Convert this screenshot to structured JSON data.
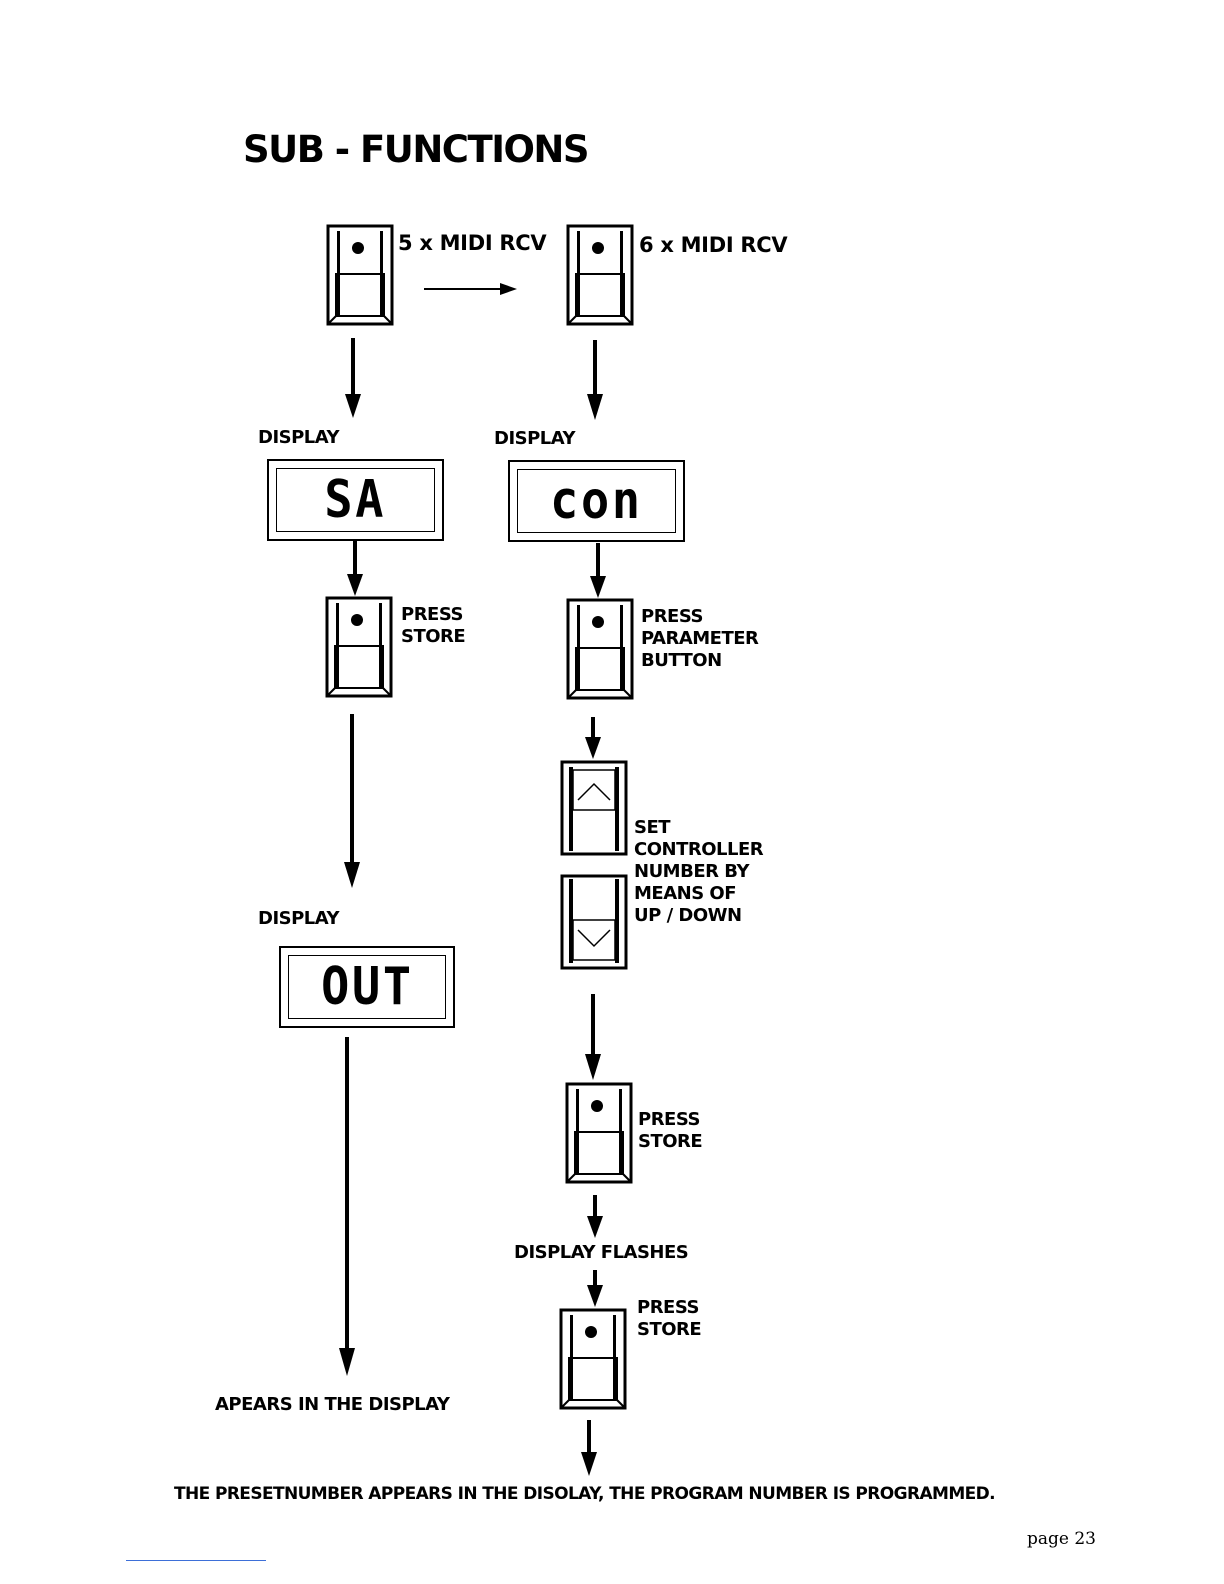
{
  "title": "SUB - FUNCTIONS",
  "left_column": {
    "button_label": "5 x MIDI RCV",
    "display_label_1": "DISPLAY",
    "display_value_1": "SA",
    "press_label": [
      "PRESS",
      "STORE"
    ],
    "display_label_2": "DISPLAY",
    "display_value_2": "OUT",
    "result_label": "APEARS IN THE DISPLAY"
  },
  "right_column": {
    "button_label": "6 x MIDI RCV",
    "display_label": "DISPLAY",
    "display_value": "con",
    "press_param_label": [
      "PRESS",
      "PARAMETER",
      "BUTTON"
    ],
    "set_controller_label": [
      "SET",
      "CONTROLLER",
      "NUMBER BY",
      "MEANS OF",
      "UP / DOWN"
    ],
    "press_store_1": [
      "PRESS",
      "STORE"
    ],
    "display_flashes": "DISPLAY FLASHES",
    "press_store_2": [
      "PRESS",
      "STORE"
    ]
  },
  "footer": "THE PRESETNUMBER APPEARS IN THE DISOLAY, THE PROGRAM NUMBER IS PROGRAMMED.",
  "page_number": "page 23",
  "icons": {
    "button": "led-push-button-icon",
    "up": "up-arrow-button-icon",
    "down": "down-arrow-button-icon",
    "flow_arrow": "arrow-icon"
  }
}
